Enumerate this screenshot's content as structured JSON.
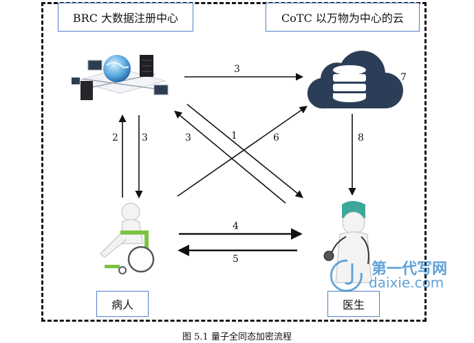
{
  "boxes": {
    "brc": "BRC 大数据注册中心",
    "cotc": "CoTC 以万物为中心的云",
    "patient": "病人",
    "doctor": "医生"
  },
  "arrow_labels": {
    "brc_to_cloud": "3",
    "cloud_side": "7",
    "patient_to_brc": "2",
    "brc_to_patient": "3",
    "doctor_to_brc": "3",
    "brc_to_doctor": "1",
    "patient_to_cloud": "6",
    "cloud_to_doctor": "8",
    "patient_to_doctor": "4",
    "doctor_to_patient": "5"
  },
  "caption": "图 5.1  量子全同态加密流程",
  "watermark": {
    "main": "第一代写网",
    "sub": "daixie.com"
  },
  "colors": {
    "box_border": "#4f7ec6",
    "cloud": "#2c3e57",
    "chair": "#7cc242",
    "cap": "#3aa89a",
    "watermark": "#2b82c9"
  }
}
